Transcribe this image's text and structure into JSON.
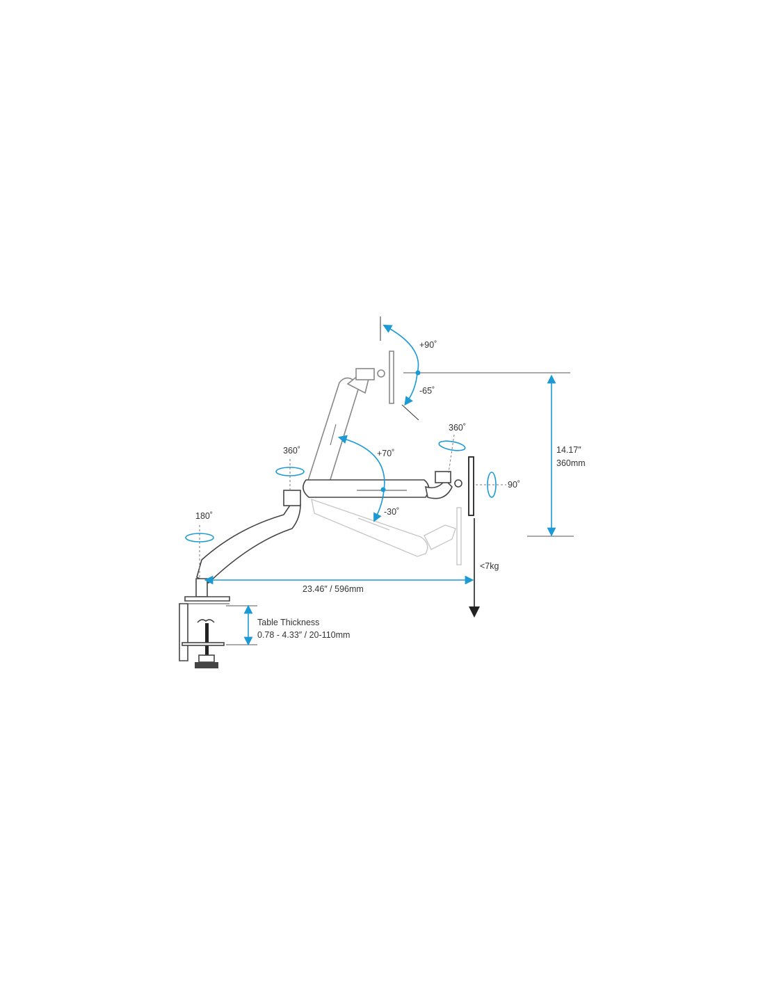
{
  "diagram": {
    "tilt_up": "+90˚",
    "tilt_down": "-65˚",
    "monitor_swivel": "360˚",
    "arm_raise": "+70˚",
    "arm_lower": "-30˚",
    "elbow_swivel": "360˚",
    "monitor_rotate": "90˚",
    "base_swivel": "180˚",
    "height_range_in": "14.17″",
    "height_range_mm": "360mm",
    "weight_capacity": "<7kg",
    "reach": "23.46″ / 596mm",
    "table_thickness_label": "Table Thickness",
    "table_thickness_range": "0.78 - 4.33″ / 20-110mm",
    "colors": {
      "accent": "#1b9ad6",
      "line": "#444444",
      "faded": "#c8c8c8"
    }
  }
}
